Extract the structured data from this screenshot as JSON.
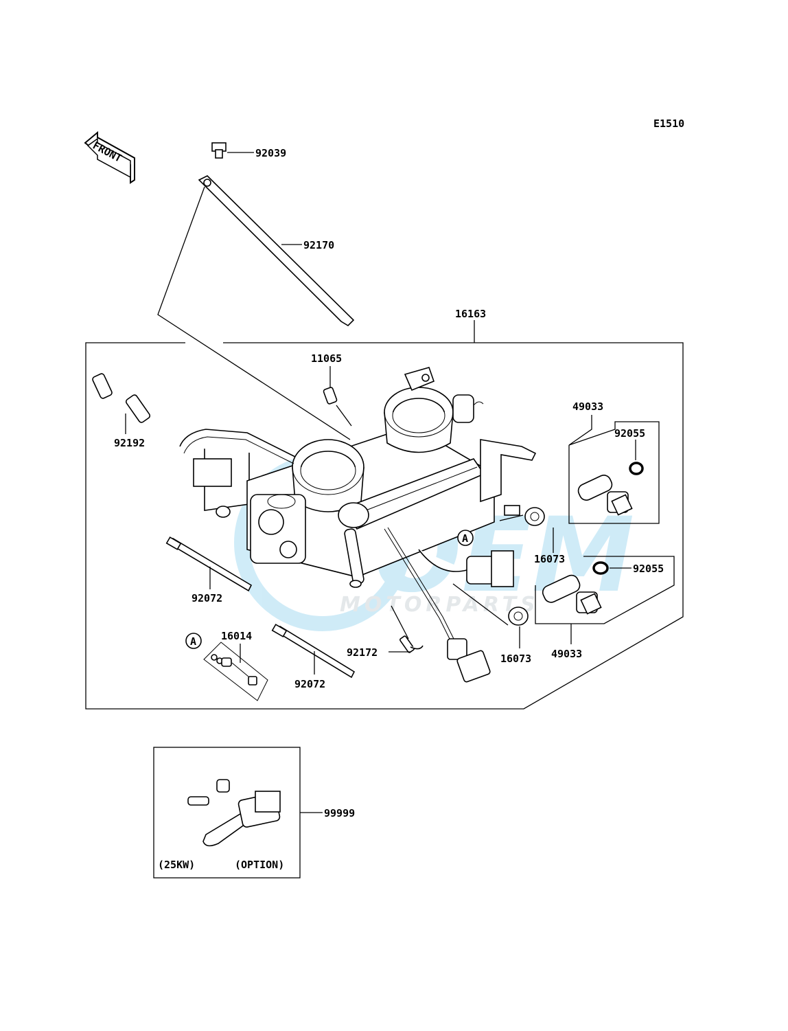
{
  "diagram": {
    "code": "E1510",
    "front_label": "FRONT",
    "callout_a": "A",
    "parts": {
      "p92039": "92039",
      "p92170": "92170",
      "p16163": "16163",
      "p11065": "11065",
      "p92192": "92192",
      "p49033_top": "49033",
      "p92055_top": "92055",
      "p16073_top": "16073",
      "p92055_bottom": "92055",
      "p92072_left": "92072",
      "p16014": "16014",
      "p92172": "92172",
      "p16073_bottom": "16073",
      "p49033_bottom": "49033",
      "p92072_bottom": "92072",
      "p99999": "99999"
    },
    "option_box": {
      "note_left": "(25KW)",
      "note_right": "(OPTION)"
    }
  },
  "watermark": {
    "brand": "OEM",
    "sub": "MOTORPARTS",
    "color": "#29a8df"
  }
}
